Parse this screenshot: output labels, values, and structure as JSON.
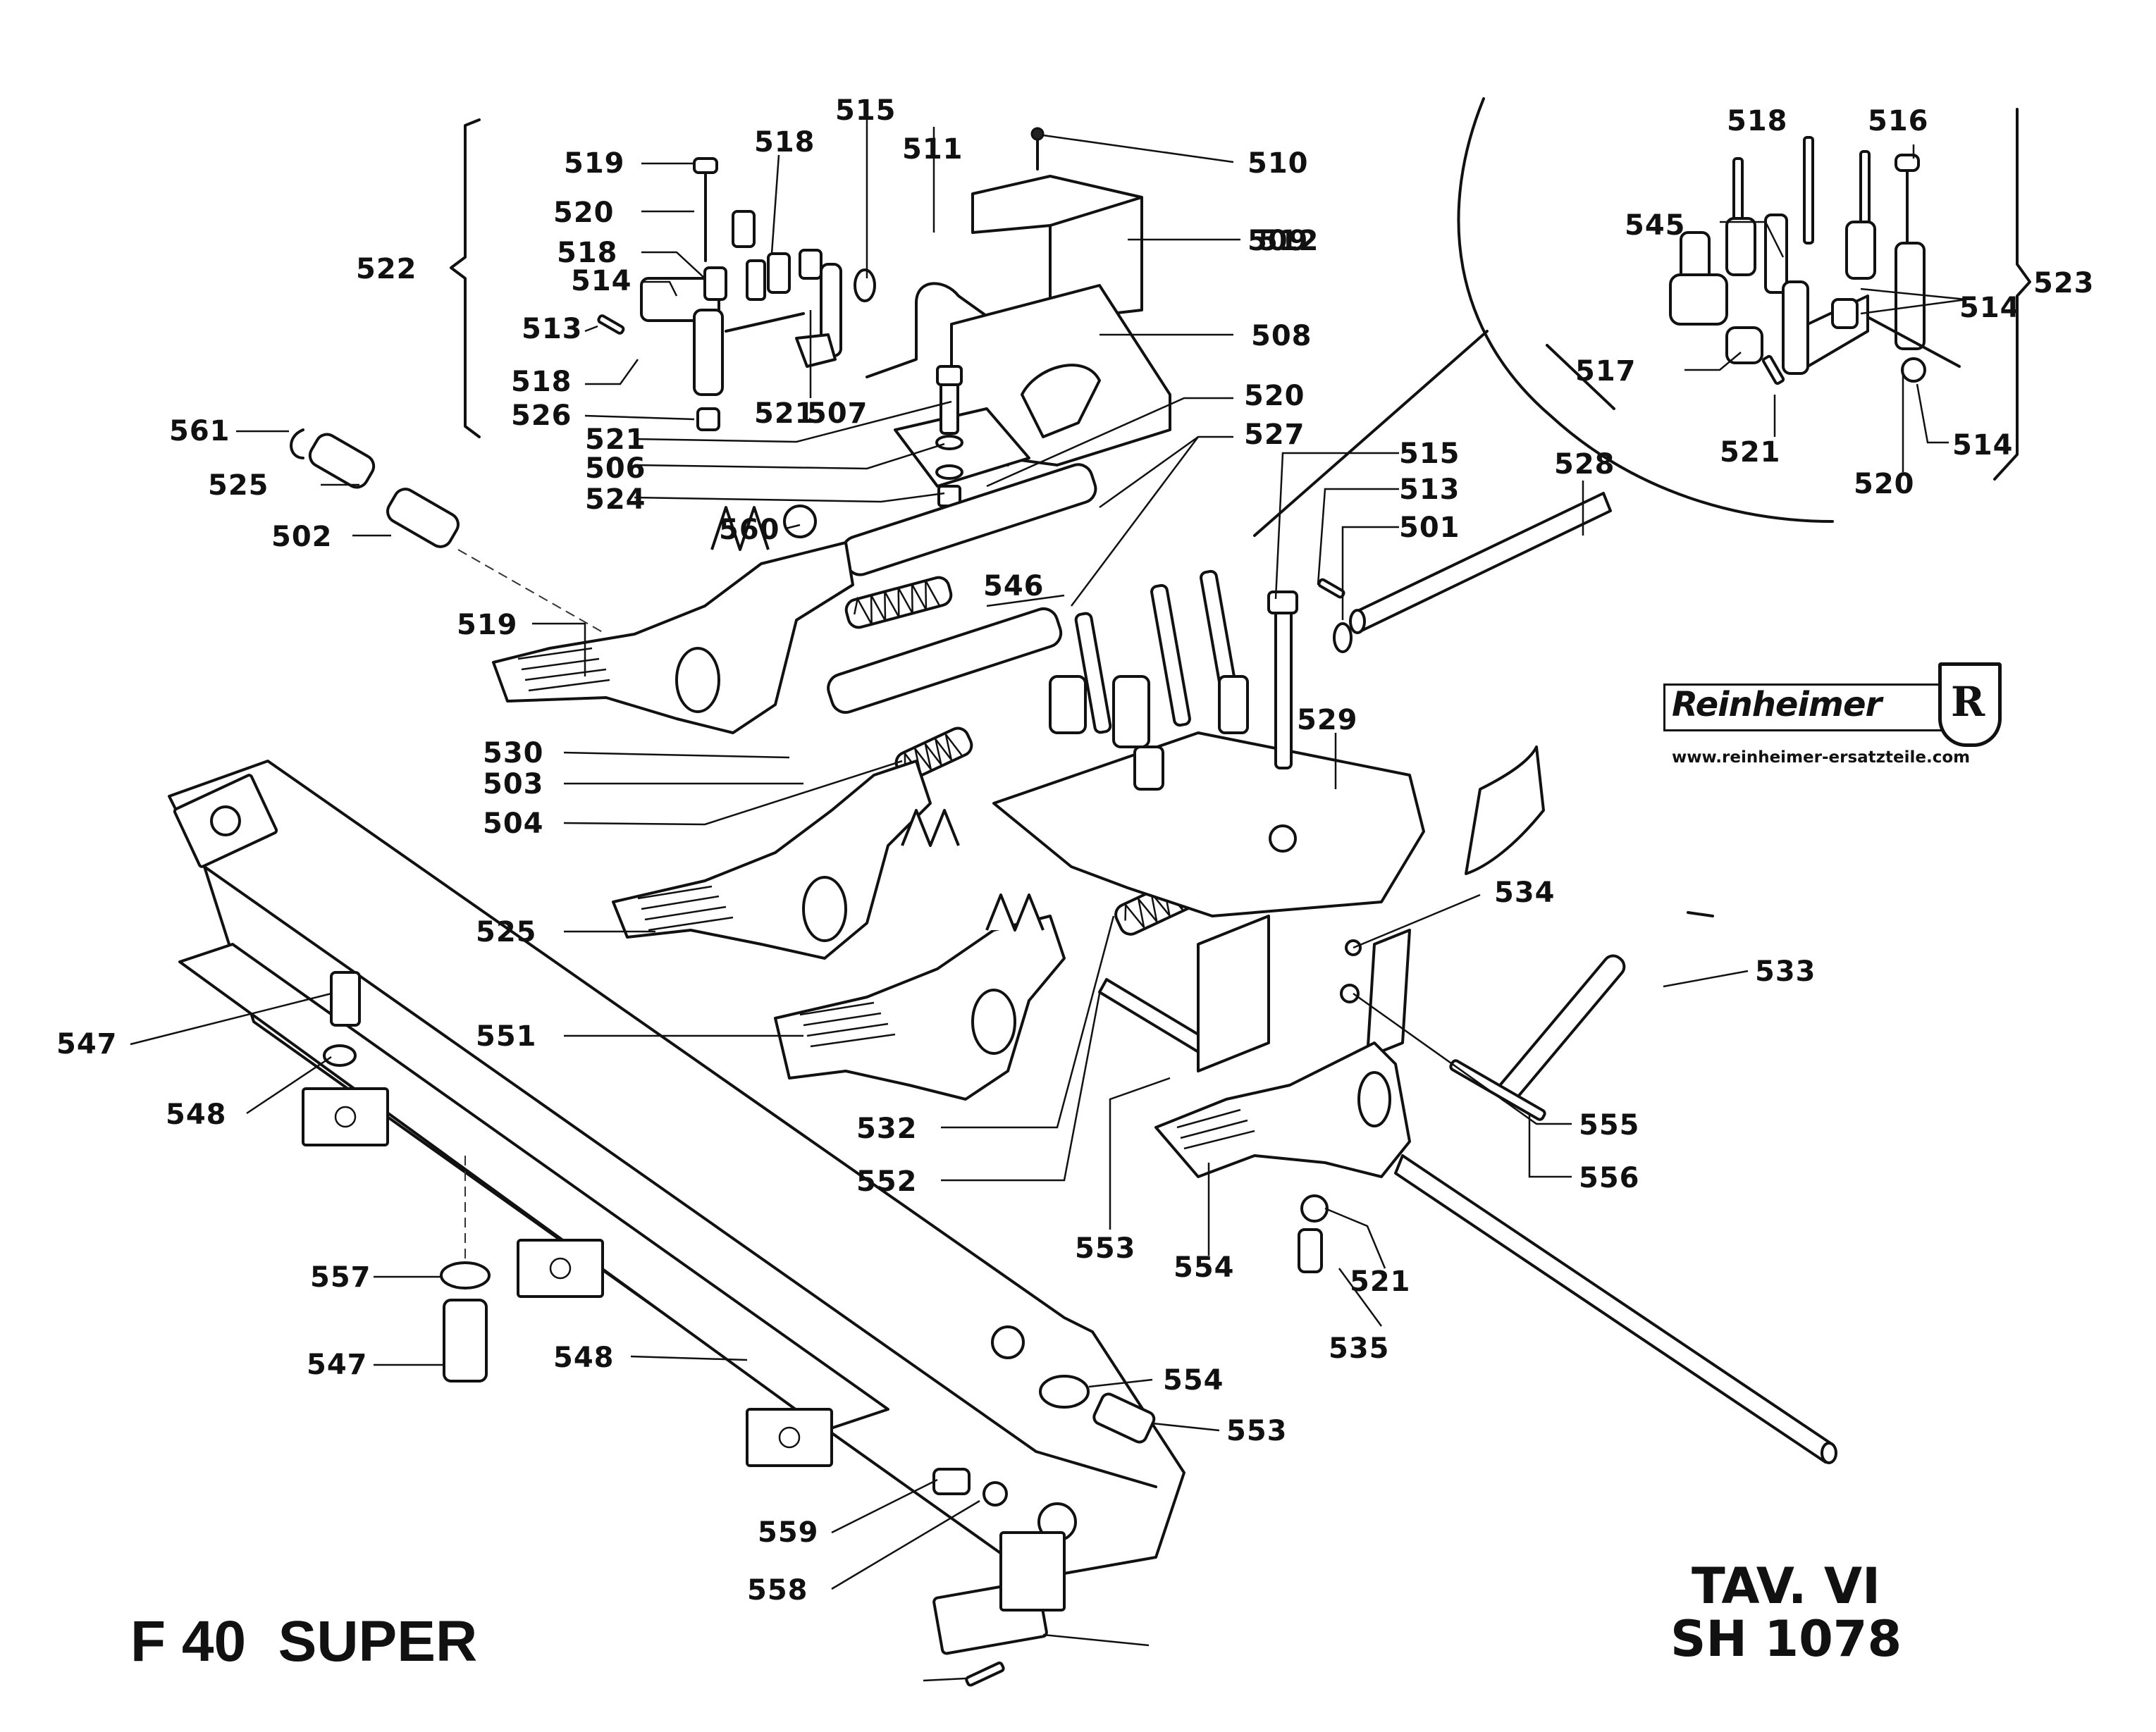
{
  "sheet": {
    "model": "F 40  SUPER",
    "plate": "TAV. VI",
    "code": "SH 1078"
  },
  "brand": {
    "name": "Reinheimer",
    "shield_letter": "R",
    "url": "www.reinheimer-ersatzteile.com"
  },
  "groups": {
    "left_bracket": "522",
    "right_bracket": "523"
  },
  "callouts": [
    "519",
    "520",
    "518",
    "515",
    "511",
    "510",
    "518",
    "512",
    "509",
    "514",
    "508",
    "513",
    "518",
    "521",
    "507",
    "526",
    "520",
    "521",
    "506",
    "524",
    "527",
    "560",
    "561",
    "525",
    "502",
    "546",
    "519",
    "518",
    "516",
    "545",
    "514",
    "517",
    "521",
    "520",
    "514",
    "515",
    "513",
    "501",
    "528",
    "529",
    "530",
    "503",
    "504",
    "525",
    "551",
    "532",
    "552",
    "553",
    "554",
    "521",
    "535",
    "534",
    "533",
    "555",
    "556",
    "547",
    "548",
    "557",
    "547",
    "548",
    "554",
    "553",
    "559",
    "558"
  ]
}
